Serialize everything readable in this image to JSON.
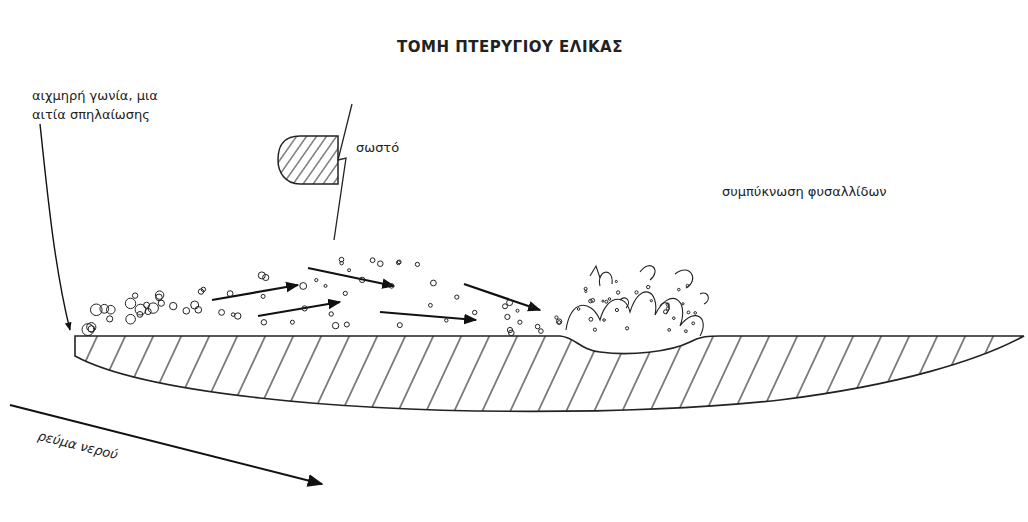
{
  "diagram": {
    "title": "ΤΟΜΗ ΠΤΕΡΥΓΙΟΥ ΕΛΙΚΑΣ",
    "labels": [
      "αιχμηρή γωνία, μια αιτία σπηλαίωσης",
      "σωστό",
      "συμπύκνωση φυσαλλίδων",
      "ρεύμα νερού"
    ]
  }
}
